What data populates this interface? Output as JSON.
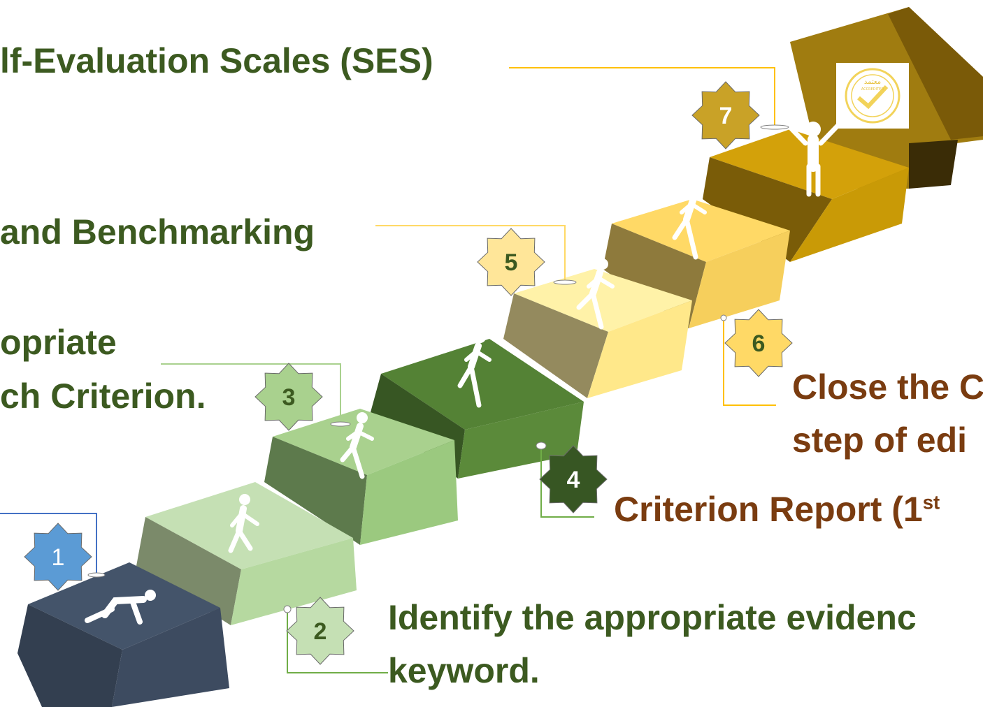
{
  "steps": [
    {
      "number": "1",
      "color": "#5b9bd5",
      "text_color": "#ffffff"
    },
    {
      "number": "2",
      "color": "#c5e0b4",
      "text_color": "#3c5a20"
    },
    {
      "number": "3",
      "color": "#a9d18e",
      "text_color": "#3c5a20"
    },
    {
      "number": "4",
      "color": "#375623",
      "text_color": "#ffffff"
    },
    {
      "number": "5",
      "color": "#ffe699",
      "text_color": "#3c5a20"
    },
    {
      "number": "6",
      "color": "#ffd966",
      "text_color": "#3c5a20"
    },
    {
      "number": "7",
      "color": "#c9a227",
      "text_color": "#ffffff"
    }
  ],
  "labels": {
    "ses": "lf-Evaluation Scales (SES)",
    "benchmarking": " and Benchmarking",
    "appropriate_line1": "opriate",
    "appropriate_line2": "ch Criterion.",
    "close_line1": "Close the C",
    "close_line2": "step of edi",
    "criterion_report": "Criterion Report (1",
    "criterion_report_sup": "st",
    "identify_line1": "Identify the appropriate evidenc",
    "identify_line2": "keyword."
  },
  "badge": {
    "arabic": "معتمد",
    "english": "ACCREDITED"
  },
  "colors": {
    "step1": "#44546a",
    "step2": "#c5e0b4",
    "step3": "#a9d18e",
    "step4": "#548235",
    "step5": "#fff2a8",
    "step6": "#ffd966",
    "step7": "#c99a06",
    "arrow": "#a07c10",
    "label_green": "#3c5a20",
    "label_brown": "#7a3c10"
  }
}
